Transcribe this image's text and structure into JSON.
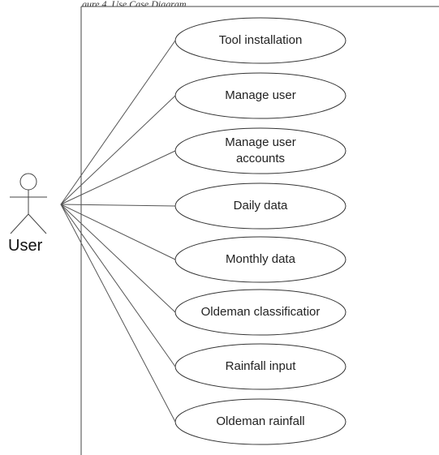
{
  "diagram": {
    "caption": "gure 4. Use Case Diagram",
    "actor": {
      "label": "User"
    },
    "use_cases": [
      {
        "label": "Tool installation"
      },
      {
        "label": "Manage user"
      },
      {
        "label": "Manage user\naccounts"
      },
      {
        "label": "Daily data"
      },
      {
        "label": "Monthly data"
      },
      {
        "label": "Oldeman classificatior"
      },
      {
        "label": "Rainfall input"
      },
      {
        "label": "Oldeman rainfall"
      }
    ]
  }
}
